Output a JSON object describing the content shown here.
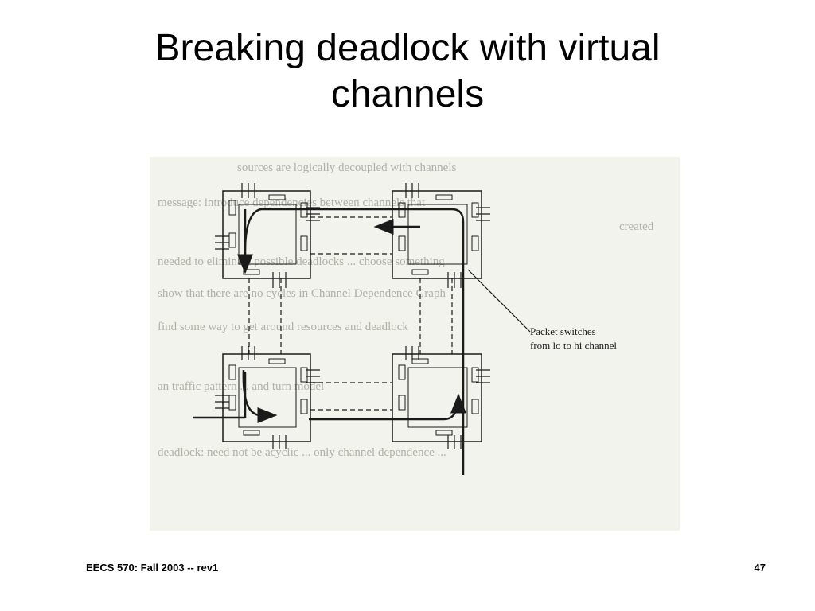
{
  "slide": {
    "title_line1": "Breaking deadlock with virtual",
    "title_line2": "channels"
  },
  "figure": {
    "callout_line1": "Packet switches",
    "callout_line2": "from lo to hi channel",
    "bleed_through_text": [
      "sources are logically decoupled with channels",
      "message: introduce dependencies between channels that",
      "created",
      "needed to eliminate possible deadlocks ... choose something",
      "show that there are no cycles in Channel Dependence Graph",
      "find some way to get around resources and deadlock",
      "an traffic pattern ... and turn model",
      "deadlock: need not be acyclic ... only channel dependence ..."
    ],
    "colors": {
      "paper": "#f3f3ee",
      "ink": "#1a1a1a",
      "bleed": "#b0b0a6"
    }
  },
  "footer": {
    "course": "EECS 570: Fall 2003 -- rev1",
    "page_number": "47"
  }
}
